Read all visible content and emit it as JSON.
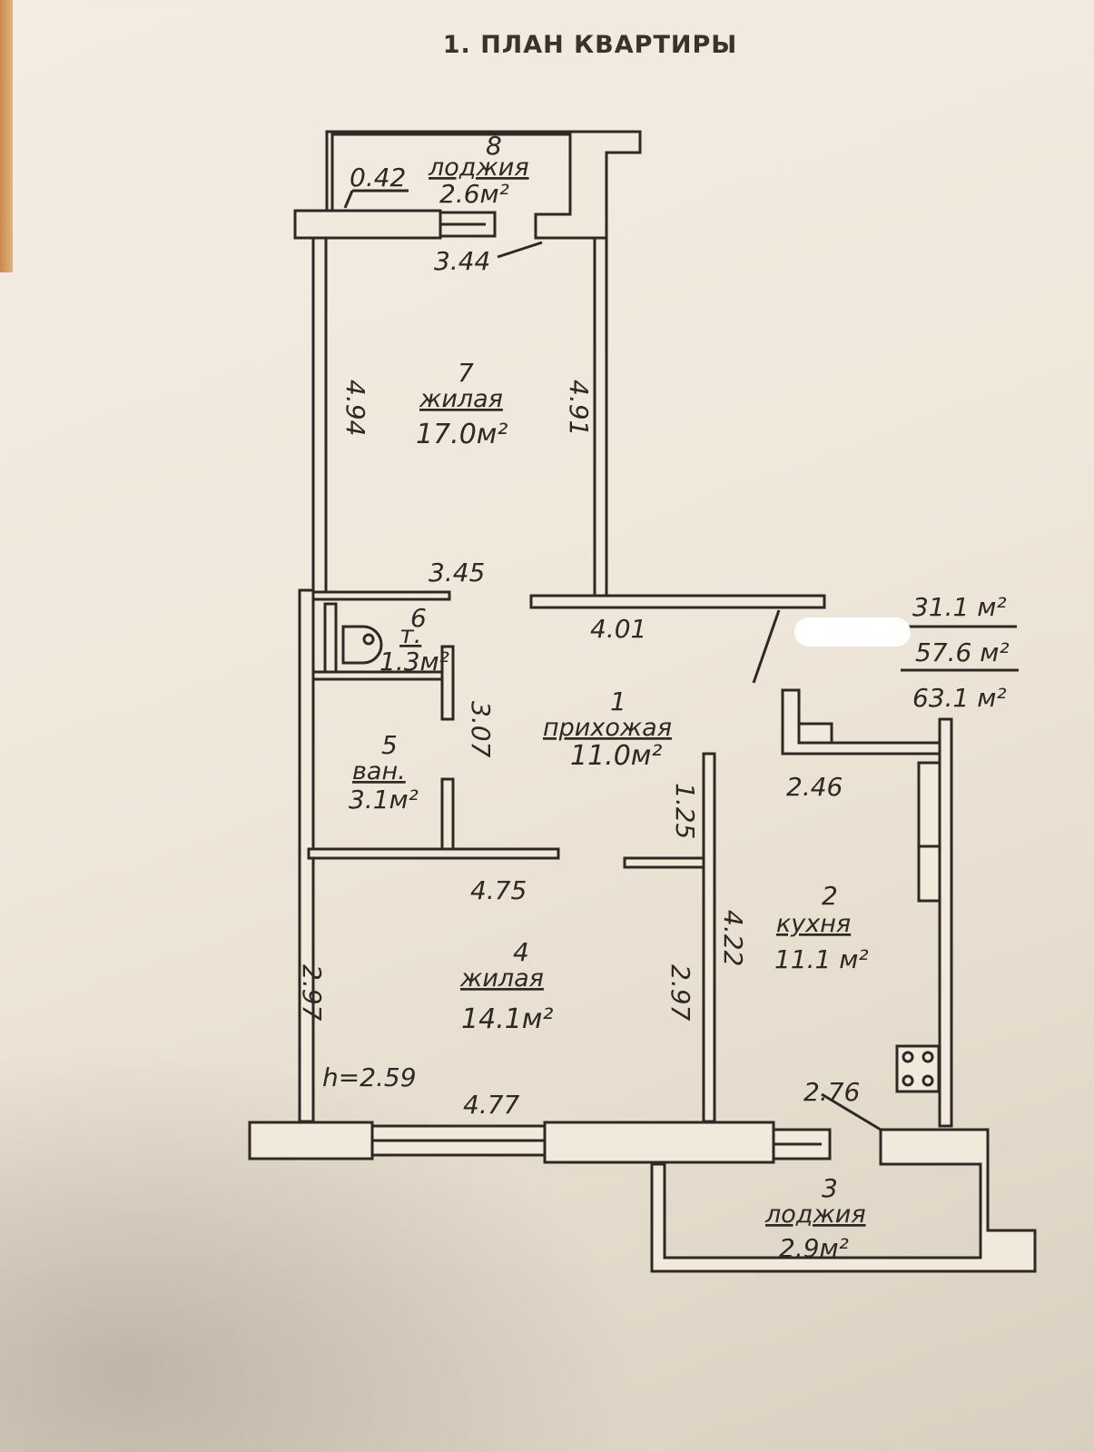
{
  "title": "1. ПЛАН КВАРТИРЫ",
  "rooms": [
    {
      "num": "1",
      "name": "прихожая",
      "area": "11.0м²"
    },
    {
      "num": "2",
      "name": "кухня",
      "area": "11.1 м²"
    },
    {
      "num": "3",
      "name": "лоджия",
      "area": "2.9м²"
    },
    {
      "num": "4",
      "name": "жилая",
      "area": "14.1м²"
    },
    {
      "num": "5",
      "name": "ван.",
      "area": "3.1м²"
    },
    {
      "num": "6",
      "name": "т.",
      "area": "1.3м²"
    },
    {
      "num": "7",
      "name": "жилая",
      "area": "17.0м²"
    },
    {
      "num": "8",
      "name": "лоджия",
      "area": "2.6м²"
    }
  ],
  "dimensions": [
    "0.42",
    "3.44",
    "4.94",
    "4.91",
    "3.45",
    "4.01",
    "3.07",
    "1.25",
    "2.46",
    "4.75",
    "4.22",
    "2.97",
    "2.97",
    "4.77",
    "2.76"
  ],
  "ceiling_height": "h=2.59",
  "totals": {
    "living": "31.1 м²",
    "total": "57.6 м²",
    "with_loggias": "63.1 м²"
  }
}
